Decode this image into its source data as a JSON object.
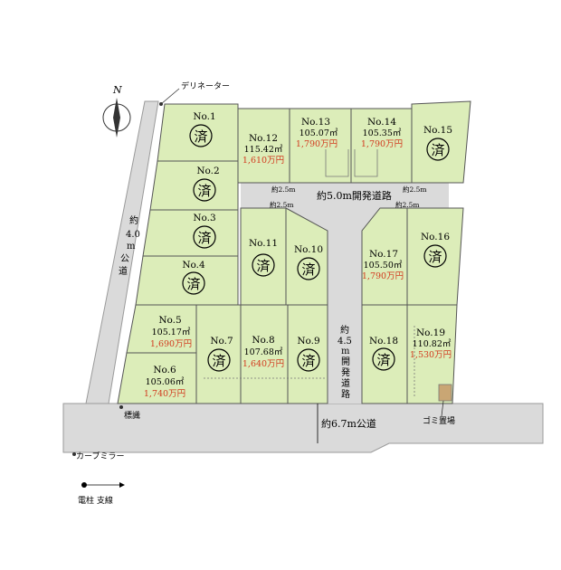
{
  "labels": {
    "delineator": "デリネーター",
    "north": "N",
    "road_west": [
      "約",
      "4.0",
      "m",
      "公",
      "道"
    ],
    "road_south": "約6.7m公道",
    "dev_road_main": "約5.0m開発道路",
    "dev_road_south": [
      "約",
      "4.5",
      "m",
      "開",
      "発",
      "道",
      "路"
    ],
    "signpost": "標識",
    "garbage": "ゴミ置場",
    "curve_mirror": "カーブミラー",
    "legend_text": "電柱 支線",
    "widths": {
      "w1": "約2.5m",
      "w2": "約2.5m",
      "w3": "約2.5m",
      "w4": "約2.5m"
    }
  },
  "lots": [
    {
      "no": "No.1",
      "sold": "済"
    },
    {
      "no": "No.2",
      "sold": "済"
    },
    {
      "no": "No.3",
      "sold": "済"
    },
    {
      "no": "No.4",
      "sold": "済"
    },
    {
      "no": "No.5",
      "area": "105.17㎡",
      "price": "1,690万円"
    },
    {
      "no": "No.6",
      "area": "105.06㎡",
      "price": "1,740万円"
    },
    {
      "no": "No.7",
      "sold": "済"
    },
    {
      "no": "No.8",
      "area": "107.68㎡",
      "price": "1,640万円"
    },
    {
      "no": "No.9",
      "sold": "済"
    },
    {
      "no": "No.10",
      "sold": "済"
    },
    {
      "no": "No.11",
      "sold": "済"
    },
    {
      "no": "No.12",
      "area": "115.42㎡",
      "price": "1,610万円"
    },
    {
      "no": "No.13",
      "area": "105.07㎡",
      "price": "1,790万円"
    },
    {
      "no": "No.14",
      "area": "105.35㎡",
      "price": "1,790万円"
    },
    {
      "no": "No.15",
      "sold": "済"
    },
    {
      "no": "No.16",
      "sold": "済"
    },
    {
      "no": "No.17",
      "area": "105.50㎡",
      "price": "1,790万円"
    },
    {
      "no": "No.18",
      "sold": "済"
    },
    {
      "no": "No.19",
      "area": "110.82㎡",
      "price": "1,530万円"
    }
  ],
  "colors": {
    "lot_fill": "#dcedb9",
    "lot_border": "#555555",
    "price": "#d23a1e",
    "road": "#d9d9d9",
    "road_edge": "#9a9a9a"
  }
}
